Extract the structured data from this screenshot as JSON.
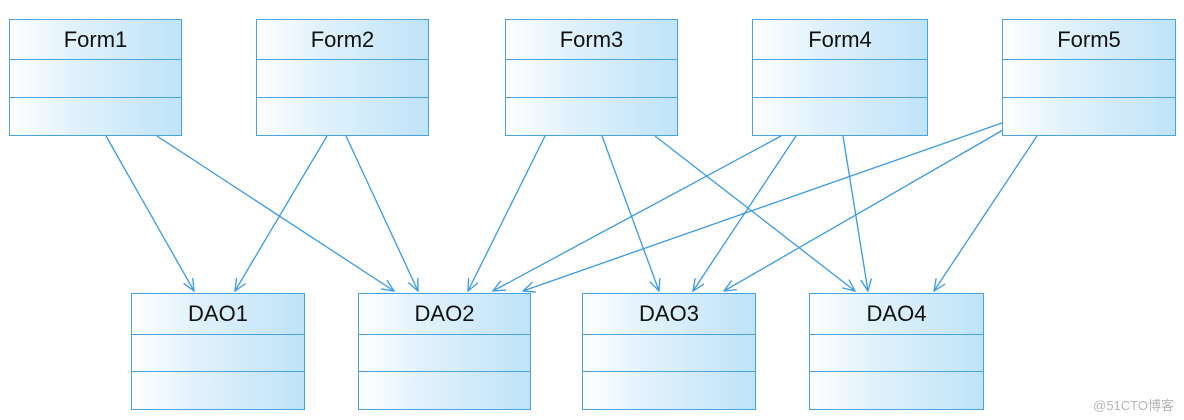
{
  "forms": [
    {
      "label": "Form1"
    },
    {
      "label": "Form2"
    },
    {
      "label": "Form3"
    },
    {
      "label": "Form4"
    },
    {
      "label": "Form5"
    }
  ],
  "daos": [
    {
      "label": "DAO1"
    },
    {
      "label": "DAO2"
    },
    {
      "label": "DAO3"
    },
    {
      "label": "DAO4"
    }
  ],
  "dependencies": [
    {
      "from": "Form1",
      "to": "DAO1"
    },
    {
      "from": "Form1",
      "to": "DAO2"
    },
    {
      "from": "Form2",
      "to": "DAO1"
    },
    {
      "from": "Form2",
      "to": "DAO2"
    },
    {
      "from": "Form3",
      "to": "DAO2"
    },
    {
      "from": "Form3",
      "to": "DAO3"
    },
    {
      "from": "Form3",
      "to": "DAO4"
    },
    {
      "from": "Form4",
      "to": "DAO2"
    },
    {
      "from": "Form4",
      "to": "DAO3"
    },
    {
      "from": "Form4",
      "to": "DAO4"
    },
    {
      "from": "Form5",
      "to": "DAO2"
    },
    {
      "from": "Form5",
      "to": "DAO3"
    },
    {
      "from": "Form5",
      "to": "DAO4"
    }
  ],
  "colors": {
    "border": "#4aa3df",
    "arrow": "#3a9be0"
  },
  "watermark": "@51CTO博客"
}
